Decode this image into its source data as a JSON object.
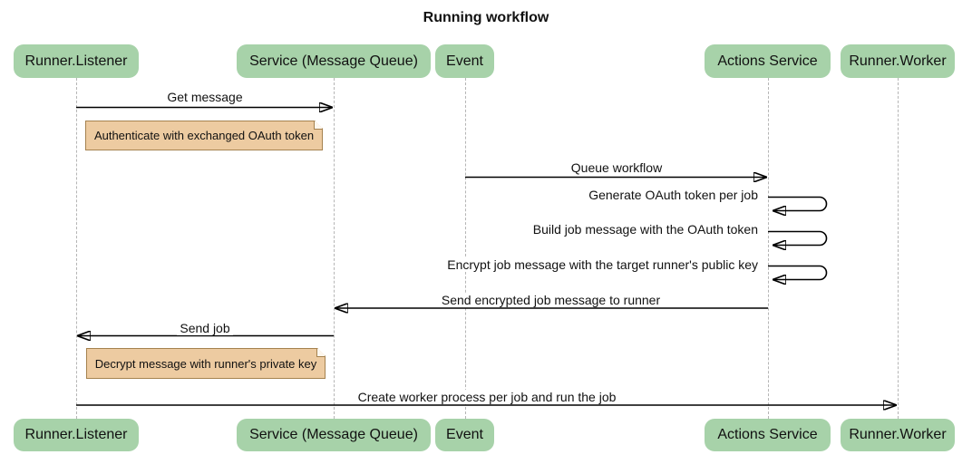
{
  "title": "Running workflow",
  "actors": [
    "Runner.Listener",
    "Service (Message Queue)",
    "Event",
    "Actions Service",
    "Runner.Worker"
  ],
  "messages": {
    "get_message": {
      "label": "Get message",
      "from": "Runner.Listener",
      "to": "Service (Message Queue)",
      "direction": "right"
    },
    "queue_workflow": {
      "label": "Queue workflow",
      "from": "Event",
      "to": "Actions Service",
      "direction": "right"
    },
    "generate_oauth_token": {
      "label": "Generate OAuth token per job",
      "from": "Actions Service",
      "to": "Actions Service",
      "direction": "self"
    },
    "build_job_message": {
      "label": "Build job message with the OAuth token",
      "from": "Actions Service",
      "to": "Actions Service",
      "direction": "self"
    },
    "encrypt_job_message": {
      "label": "Encrypt job message with the target runner's public key",
      "from": "Actions Service",
      "to": "Actions Service",
      "direction": "self"
    },
    "send_encrypted_job_message": {
      "label": "Send encrypted job message to runner",
      "from": "Actions Service",
      "to": "Service (Message Queue)",
      "direction": "left"
    },
    "send_job": {
      "label": "Send job",
      "from": "Service (Message Queue)",
      "to": "Runner.Listener",
      "direction": "left"
    },
    "create_worker_process": {
      "label": "Create worker process per job and run the job",
      "from": "Runner.Listener",
      "to": "Runner.Worker",
      "direction": "right"
    }
  },
  "notes": {
    "authenticate": {
      "text": "Authenticate with exchanged OAuth token",
      "anchor": "right of Runner.Listener"
    },
    "decrypt": {
      "text": "Decrypt message with runner's private key",
      "anchor": "right of Runner.Listener"
    }
  },
  "colors": {
    "actor_fill": "#a7d2a9",
    "note_fill": "#edcba1",
    "note_border": "#a5824f",
    "lifeline": "#b5b5b5",
    "arrow": "#000000"
  }
}
